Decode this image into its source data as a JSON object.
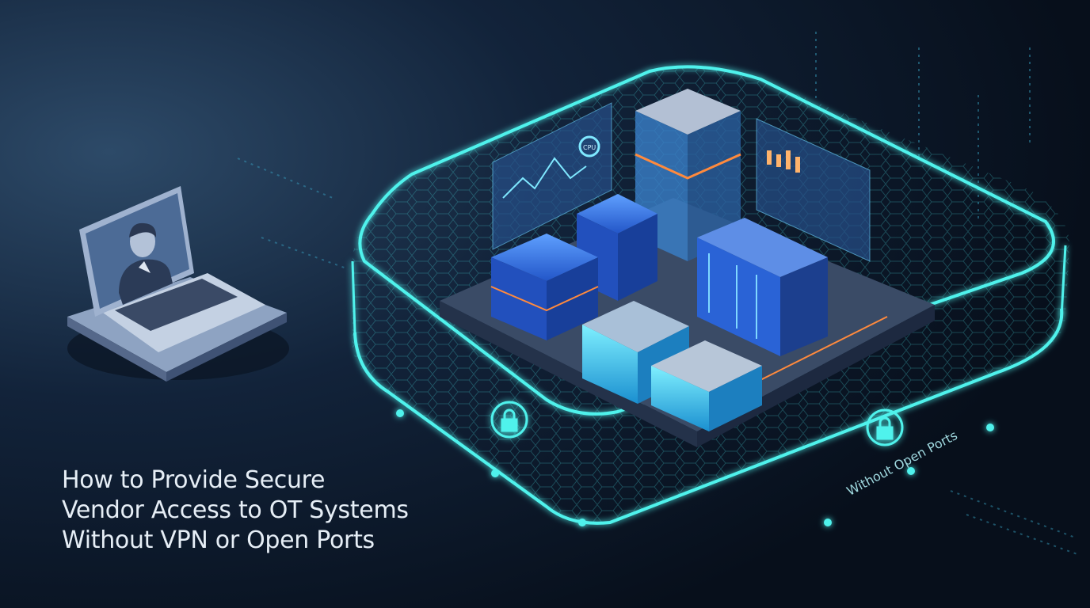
{
  "headline": {
    "lines": [
      "How to Provide Secure",
      "Vendor Access to OT Systems",
      "Without VPN or Open Ports"
    ]
  },
  "perimeter_label": "Without Open Ports",
  "gauge_label": "CPU",
  "colors": {
    "background": "#0b1626",
    "glow": "#3fe6e6",
    "accent_orange": "#ff8a3d",
    "device_blue": "#2a63d6",
    "text": "#e6eef6"
  },
  "icons": [
    "laptop-icon",
    "user-avatar-icon",
    "lock-icon",
    "server-rack-icon",
    "dashboard-panel-icon"
  ]
}
